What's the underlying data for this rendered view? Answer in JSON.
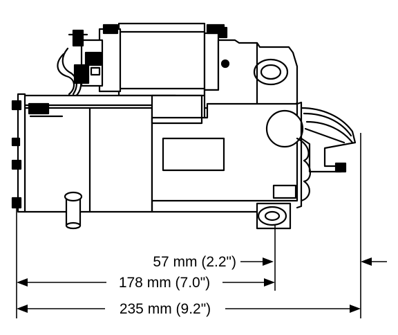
{
  "dimensions": {
    "a": "57 mm (2.2\")",
    "b": "178 mm (7.0\")",
    "c": "235 mm (9.2\")"
  }
}
